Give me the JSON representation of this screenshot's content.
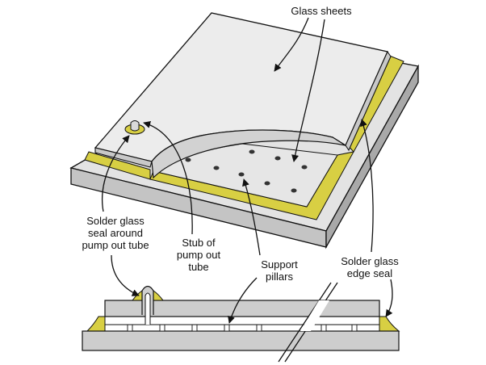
{
  "labels": {
    "glass_sheets": "Glass sheets",
    "solder_seal_pump": "Solder glass\nseal around\npump out tube",
    "stub": "Stub of\npump out\ntube",
    "support_pillars": "Support\npillars",
    "edge_seal": "Solder glass\nedge seal"
  },
  "colors": {
    "glass_top": "#ebebeb",
    "glass_side": "#c6c6c6",
    "solder": "#d8cf43",
    "outline": "#111111"
  }
}
